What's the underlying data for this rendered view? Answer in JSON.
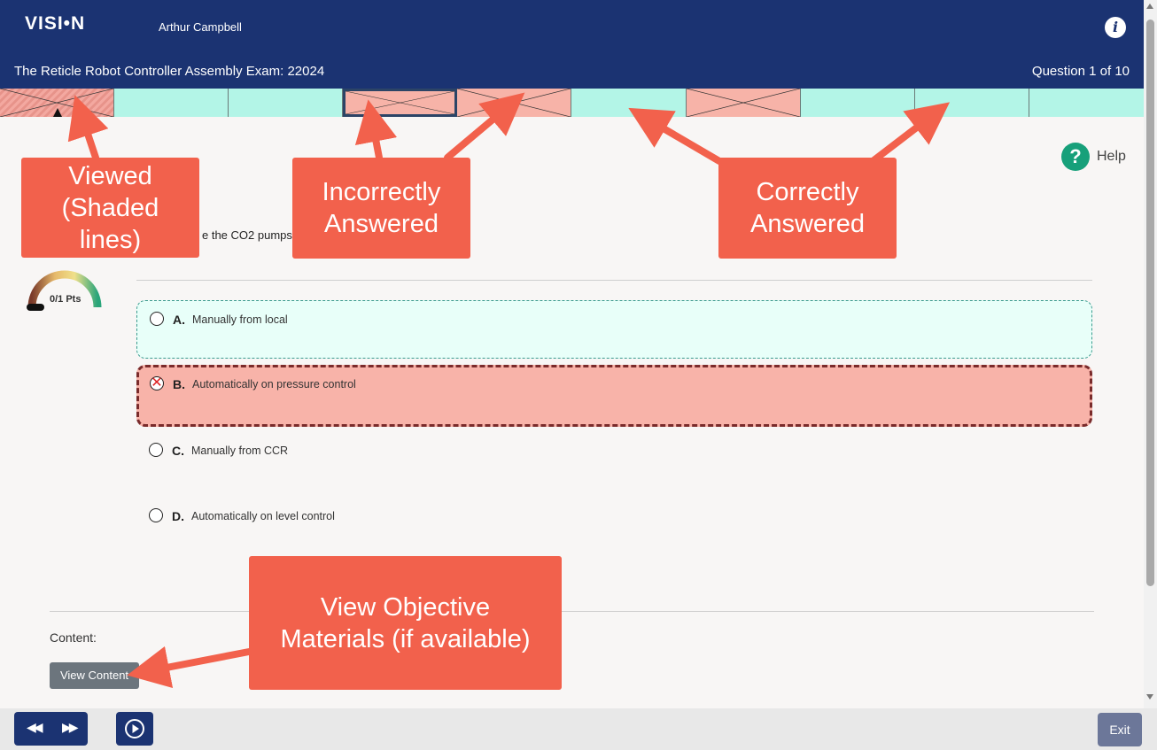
{
  "header": {
    "logo": "VISI•N",
    "user_name": "Arthur Campbell",
    "info_icon": "i",
    "exam_title": "The Reticle Robot Controller Assembly Exam: 22024",
    "question_counter": "Question 1 of 10"
  },
  "progress": {
    "segments": [
      "viewed",
      "correct",
      "correct",
      "incorrect-current",
      "incorrect",
      "correct",
      "incorrect",
      "correct",
      "correct",
      "correct"
    ]
  },
  "help": {
    "icon": "?",
    "label": "Help"
  },
  "question": {
    "partial_text": "e the CO2 pumps c"
  },
  "score": {
    "label": "0/1 Pts",
    "fraction": 0
  },
  "options": [
    {
      "letter": "A.",
      "text": "Manually from local",
      "state": "correct"
    },
    {
      "letter": "B.",
      "text": "Automatically on pressure control",
      "state": "incorrect-selected"
    },
    {
      "letter": "C.",
      "text": "Manually from CCR",
      "state": "none"
    },
    {
      "letter": "D.",
      "text": "Automatically on level control",
      "state": "none"
    }
  ],
  "content": {
    "label": "Content:",
    "button_label": "View Content"
  },
  "footer": {
    "rewind": "◀◀",
    "forward": "▶▶",
    "exit_label": "Exit"
  },
  "callouts": {
    "viewed": "Viewed\n(Shaded\nlines)",
    "incorrect": "Incorrectly\nAnswered",
    "correct": "Correctly\nAnswered",
    "materials": "View Objective\nMaterials (if available)"
  },
  "colors": {
    "header": "#1b3372",
    "correct": "#b3f5e7",
    "incorrect": "#f7b3a8",
    "callout": "#f2614c",
    "help": "#17a07a"
  }
}
